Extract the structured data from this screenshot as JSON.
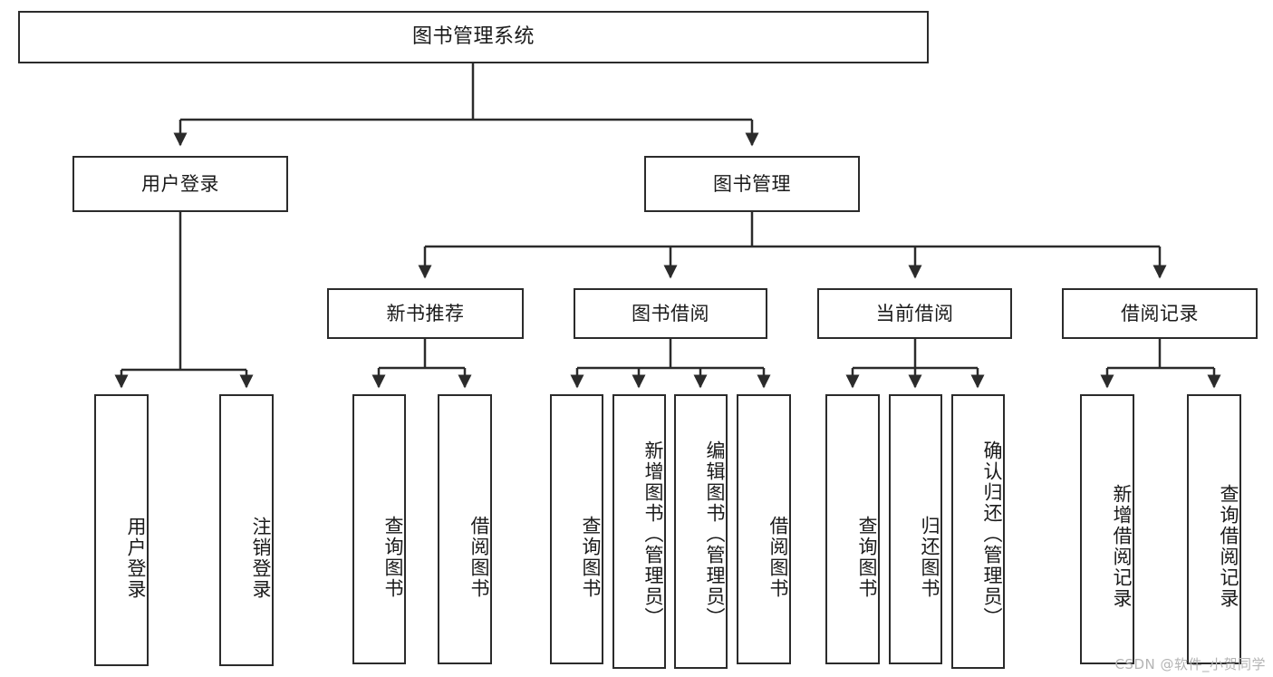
{
  "diagram": {
    "title": "图书管理系统",
    "type": "hierarchy-tree",
    "watermark": "CSDN @软件_小贺同学",
    "colors": {
      "box_border": "#2b2b2b",
      "box_fill": "#ffffff",
      "line": "#2b2b2b",
      "text": "#1a1a1a",
      "watermark": "#b4b4b4"
    },
    "root": {
      "label": "图书管理系统"
    },
    "level2": [
      {
        "label": "用户登录"
      },
      {
        "label": "图书管理"
      }
    ],
    "level3": [
      {
        "label": "新书推荐"
      },
      {
        "label": "图书借阅"
      },
      {
        "label": "当前借阅"
      },
      {
        "label": "借阅记录"
      }
    ],
    "leaves": {
      "user_login": [
        {
          "label": "用户登录"
        },
        {
          "label": "注销登录"
        }
      ],
      "new_book": [
        {
          "label": "查询图书"
        },
        {
          "label": "借阅图书"
        }
      ],
      "book_borrow": [
        {
          "label": "查询图书"
        },
        {
          "label": "新增图书（管理员）"
        },
        {
          "label": "编辑图书（管理员）"
        },
        {
          "label": "借阅图书"
        }
      ],
      "current_borrow": [
        {
          "label": "查询图书"
        },
        {
          "label": "归还图书"
        },
        {
          "label": "确认归还（管理员）"
        }
      ],
      "borrow_record": [
        {
          "label": "新增借阅记录"
        },
        {
          "label": "查询借阅记录"
        }
      ]
    }
  }
}
